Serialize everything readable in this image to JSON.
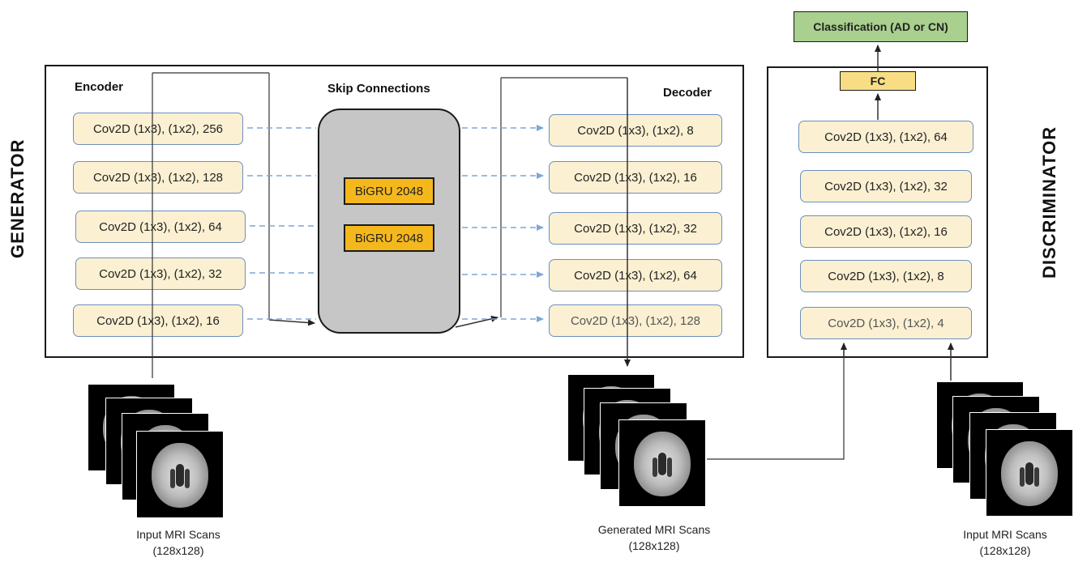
{
  "generator": {
    "label": "GENERATOR",
    "encoder": {
      "title": "Encoder",
      "layers": [
        "Cov2D (1x3), (1x2), 256",
        "Cov2D (1x3), (1x2), 128",
        "Cov2D (1x3), (1x2), 64",
        "Cov2D (1x3), (1x2), 32",
        "Cov2D (1x3), (1x2), 16"
      ]
    },
    "skip": {
      "title": "Skip Connections",
      "blocks": [
        "BiGRU 2048",
        "BiGRU 2048"
      ]
    },
    "decoder": {
      "title": "Decoder",
      "layers": [
        "Cov2D (1x3), (1x2), 8",
        "Cov2D (1x3), (1x2), 16",
        "Cov2D (1x3), (1x2), 32",
        "Cov2D (1x3), (1x2), 64",
        "Cov2D (1x3), (1x2), 128"
      ]
    }
  },
  "discriminator": {
    "label": "DISCRIMINATOR",
    "layers": [
      "Cov2D (1x3), (1x2), 64",
      "Cov2D (1x3), (1x2), 32",
      "Cov2D (1x3), (1x2), 16",
      "Cov2D (1x3), (1x2), 8",
      "Cov2D (1x3), (1x2), 4"
    ],
    "fc": "FC",
    "classification": "Classification (AD or CN)"
  },
  "images": {
    "input_left": {
      "line1": "Input MRI Scans",
      "line2": "(128x128)"
    },
    "generated": {
      "line1": "Generated MRI Scans",
      "line2": "(128x128)"
    },
    "input_right": {
      "line1": "Input MRI Scans",
      "line2": "(128x128)"
    }
  },
  "colors": {
    "layer_fill": "#fbf0d2",
    "layer_border": "#6d8fbf",
    "bigru_fill": "#f5b81c",
    "panel_fill": "#c6c6c6",
    "fc_fill": "#f8dd84",
    "classification_fill": "#a9d08e",
    "skip_arrow": "#7fa6d8"
  }
}
